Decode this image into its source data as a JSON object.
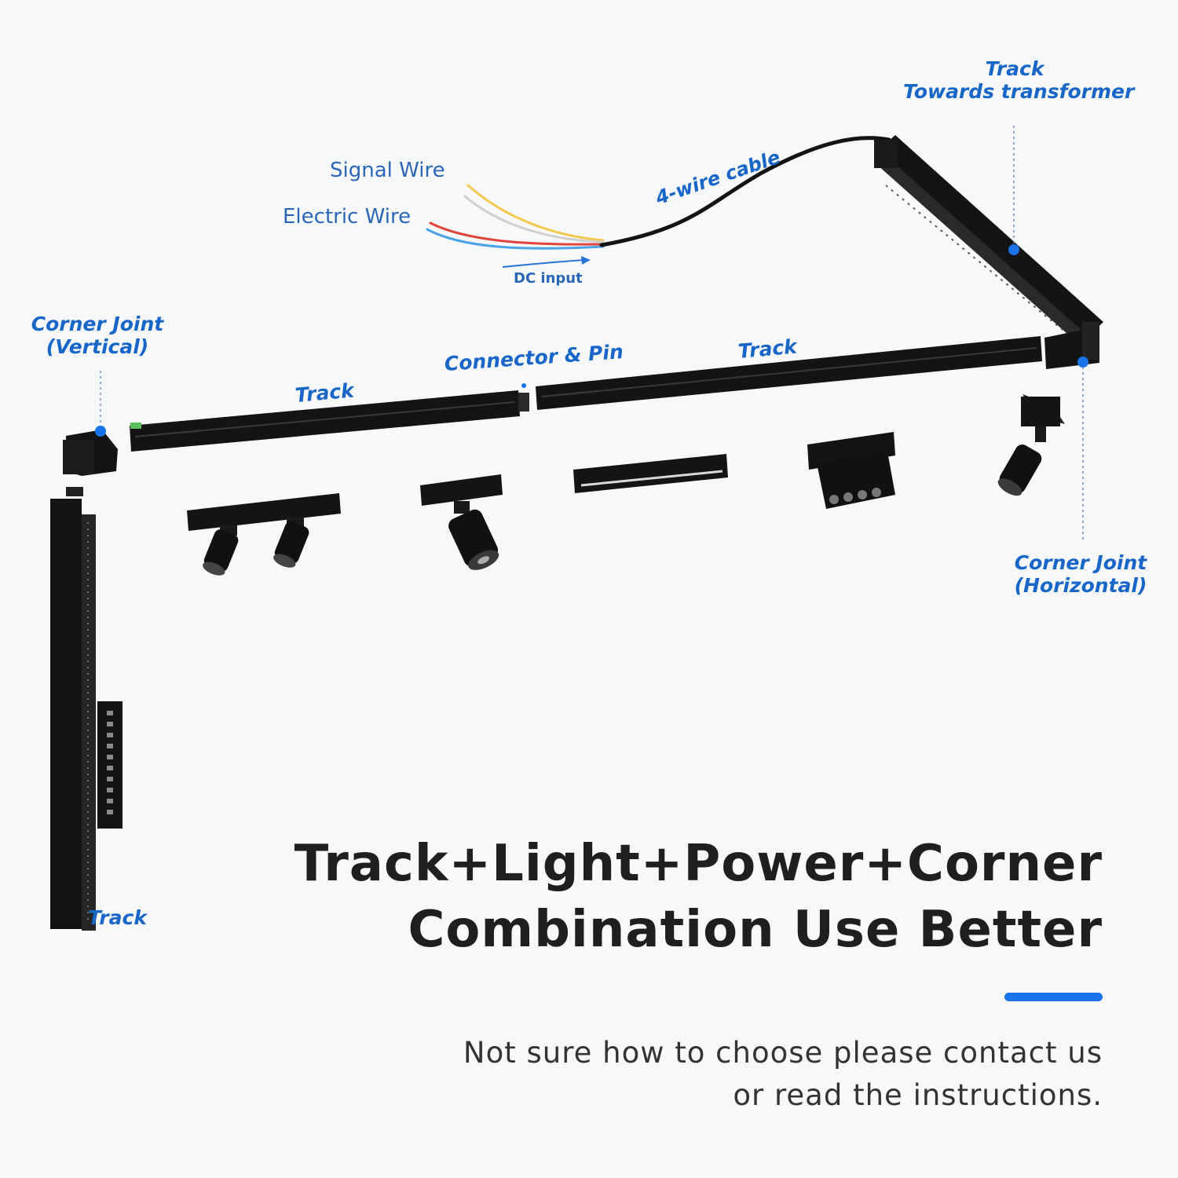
{
  "labels": {
    "track_top_line1": "Track",
    "track_top_line2": "Towards transformer",
    "signal_wire": "Signal Wire",
    "electric_wire": "Electric Wire",
    "four_wire_cable": "4-wire cable",
    "dc_input": "DC input",
    "corner_vertical_line1": "Corner Joint",
    "corner_vertical_line2": "(Vertical)",
    "connector_pin": "Connector & Pin",
    "track_left": "Track",
    "track_right": "Track",
    "corner_horizontal_line1": "Corner Joint",
    "corner_horizontal_line2": "(Horizontal)",
    "track_vertical": "Track"
  },
  "headline": {
    "line1": "Track+Light+Power+Corner",
    "line2": "Combination Use Better"
  },
  "subtext": {
    "line1": "Not sure how to choose please contact us",
    "line2": "or read the instructions."
  },
  "colors": {
    "label_blue": "#1766c8",
    "accent": "#1a73e8",
    "track": "#141414",
    "wire_yellow": "#f2c94c",
    "wire_white": "#d9d9d9",
    "wire_red": "#e0443a",
    "wire_blue": "#4aa3e8"
  }
}
